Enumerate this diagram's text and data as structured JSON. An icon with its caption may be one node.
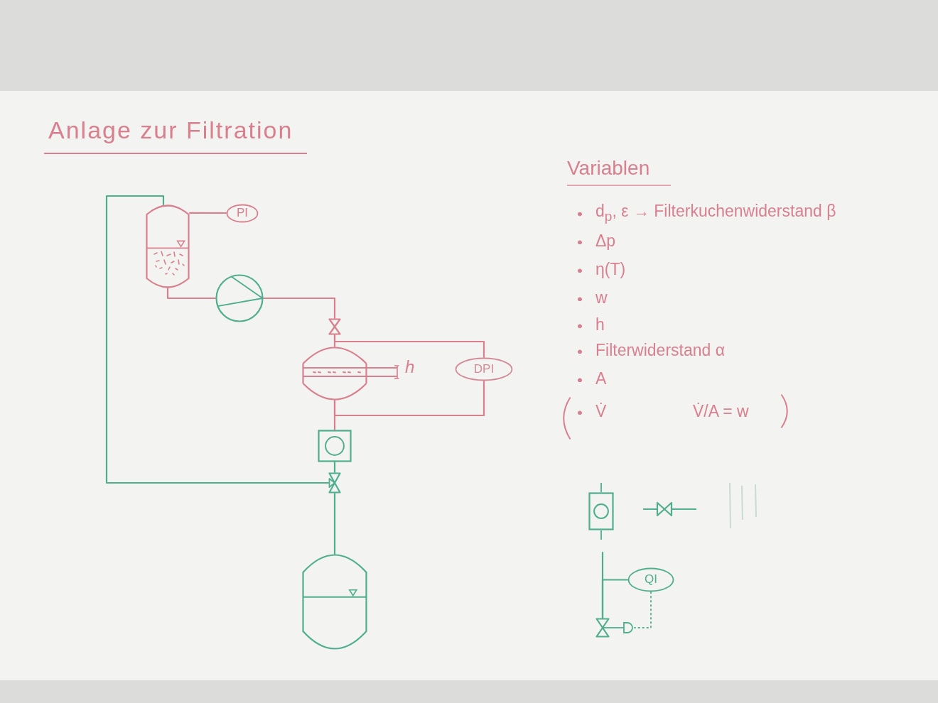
{
  "diagram": {
    "title": "Anlage zur Filtration",
    "nodes": [
      {
        "text": [],
        "shape": "tank"
      },
      {
        "text": [
          "PI"
        ]
      },
      {
        "text": [],
        "shape": "pump"
      },
      {
        "text": [],
        "shape": "valve"
      },
      {
        "text": [],
        "shape": "filter",
        "beside": [
          "h"
        ]
      },
      {
        "text": [
          "DPI"
        ]
      },
      {
        "text": [],
        "shape": "flowmeter"
      },
      {
        "text": [],
        "shape": "valve"
      },
      {
        "text": [],
        "shape": "tank"
      },
      {
        "text": [],
        "shape": "flowmeter"
      },
      {
        "text": [],
        "shape": "valve"
      },
      {
        "text": [
          "QI"
        ]
      },
      {
        "text": [],
        "shape": "valve"
      }
    ],
    "edges": [
      {
        "from": 0,
        "to": 1,
        "arrow": "none"
      },
      {
        "from": 0,
        "to": 2,
        "arrow": "none"
      },
      {
        "from": 2,
        "to": 3,
        "arrow": "none"
      },
      {
        "from": 3,
        "to": 4,
        "arrow": "none"
      },
      {
        "from": 3,
        "to": 5,
        "arrow": "none"
      },
      {
        "from": 4,
        "to": 5,
        "arrow": "none"
      },
      {
        "from": 4,
        "to": 6,
        "arrow": "none"
      },
      {
        "from": 6,
        "to": 7,
        "arrow": "none",
        "color": "#4fae8f"
      },
      {
        "from": 7,
        "to": 8,
        "arrow": "none",
        "color": "#4fae8f"
      },
      {
        "from": 7,
        "to": 0,
        "arrow": "none",
        "color": "#4fae8f"
      },
      {
        "from": null,
        "to": 12,
        "arrow": "none",
        "color": "#4fae8f"
      },
      {
        "from": 11,
        "to": 12,
        "arrow": "none",
        "color": "#4fae8f"
      },
      {
        "from": 11,
        "to": 12,
        "arrow": "none",
        "style": "dashed",
        "color": "#4fae8f"
      }
    ],
    "labels": [
      "Variablen",
      "d$_{p}$, ε → Filterkuchenwiderstand β",
      "Δp",
      "η(T)",
      "w",
      "h",
      "Filterwiderstand α",
      "A",
      "V̇",
      "V̇/A = w"
    ]
  }
}
